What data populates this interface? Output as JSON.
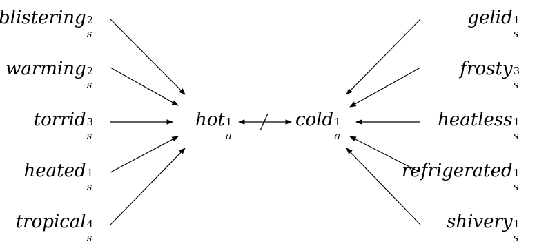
{
  "center": {
    "left": {
      "word": "hot",
      "sup": "1",
      "sub": "a"
    },
    "right": {
      "word": "cold",
      "sup": "1",
      "sub": "a"
    }
  },
  "left_terms": [
    {
      "word": "blistering",
      "sup": "2",
      "sub": "s"
    },
    {
      "word": "warming",
      "sup": "2",
      "sub": "s"
    },
    {
      "word": "torrid",
      "sup": "3",
      "sub": "s"
    },
    {
      "word": "heated",
      "sup": "1",
      "sub": "s"
    },
    {
      "word": "tropical",
      "sup": "4",
      "sub": "s"
    }
  ],
  "right_terms": [
    {
      "word": "gelid",
      "sup": "1",
      "sub": "s"
    },
    {
      "word": "frosty",
      "sup": "3",
      "sub": "s"
    },
    {
      "word": "heatless",
      "sup": "1",
      "sub": "s"
    },
    {
      "word": "refrigerated",
      "sup": "1",
      "sub": "s"
    },
    {
      "word": "shivery",
      "sup": "1",
      "sub": "s"
    }
  ]
}
